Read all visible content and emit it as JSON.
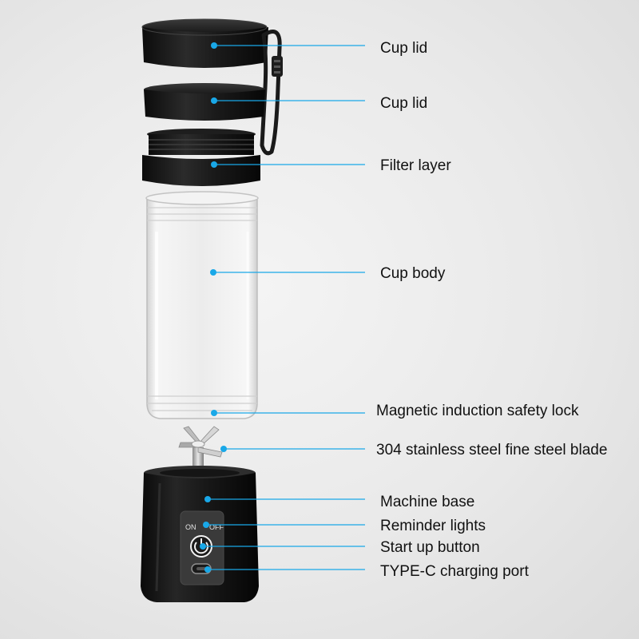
{
  "accent_color": "#19a8e8",
  "labels": [
    "Cup lid",
    "Cup lid",
    "Filter layer",
    "Cup body",
    "Magnetic induction safety lock",
    "304 stainless steel fine steel blade",
    "Machine base",
    "Reminder lights",
    "Start up button",
    "TYPE-C charging port"
  ],
  "switch": {
    "on": "ON",
    "off": "OFF"
  }
}
